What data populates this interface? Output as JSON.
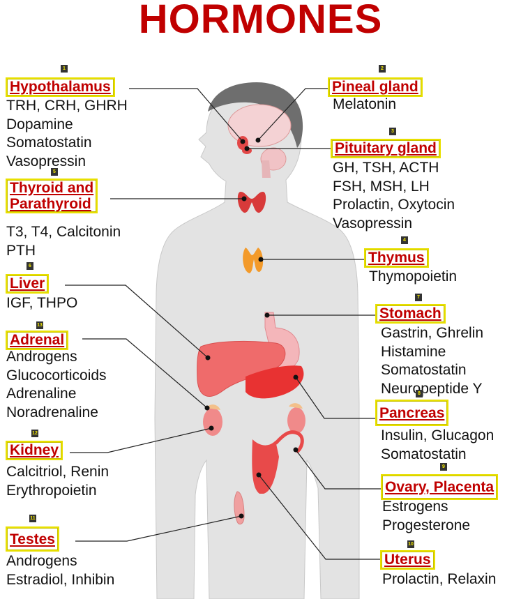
{
  "title": "HORMONES",
  "glands": [
    {
      "id": "hypothalamus",
      "num": "1",
      "name": "Hypothalamus",
      "hormones": [
        "TRH, CRH, GHRH",
        "Dopamine",
        "Somatostatin",
        "Vasopressin"
      ]
    },
    {
      "id": "pineal",
      "num": "2",
      "name": "Pineal gland",
      "hormones": [
        "Melatonin"
      ]
    },
    {
      "id": "pituitary",
      "num": "3",
      "name": "Pituitary gland",
      "hormones": [
        "GH, TSH, ACTH",
        "FSH, MSH, LH",
        "Prolactin, Oxytocin",
        "Vasopressin"
      ]
    },
    {
      "id": "thymus",
      "num": "4",
      "name": "Thymus",
      "hormones": [
        "Thymopoietin"
      ]
    },
    {
      "id": "thyroid",
      "num": "5",
      "name": "Thyroid and\nParathyroid",
      "hormones": [
        "T3, T4, Calcitonin",
        "PTH"
      ]
    },
    {
      "id": "liver",
      "num": "6",
      "name": "Liver",
      "hormones": [
        "IGF, THPO"
      ]
    },
    {
      "id": "stomach",
      "num": "7",
      "name": "Stomach",
      "hormones": [
        "Gastrin, Ghrelin",
        "Histamine",
        "Somatostatin",
        "Neuropeptide Y"
      ]
    },
    {
      "id": "pancreas",
      "num": "8",
      "name": "Pancreas",
      "hormones": [
        "Insulin, Glucagon",
        "Somatostatin"
      ]
    },
    {
      "id": "ovary",
      "num": "9",
      "name": "Ovary, Placenta",
      "hormones": [
        "Estrogens",
        "Progesterone"
      ]
    },
    {
      "id": "uterus",
      "num": "10",
      "name": "Uterus",
      "hormones": [
        "Prolactin, Relaxin"
      ]
    },
    {
      "id": "testes",
      "num": "11",
      "name": "Testes",
      "hormones": [
        "Androgens",
        "Estradiol, Inhibin"
      ]
    },
    {
      "id": "kidney",
      "num": "12",
      "name": "Kidney",
      "hormones": [
        "Calcitriol, Renin",
        "Erythropoietin"
      ]
    },
    {
      "id": "adrenal",
      "num": "13",
      "name": "Adrenal",
      "hormones": [
        "Androgens",
        "Glucocorticoids",
        "Adrenaline",
        "Noradrenaline"
      ]
    }
  ],
  "colors": {
    "title": "#c00000",
    "label_border": "#e8e000",
    "body": "#e3e3e3",
    "organ": "#ee4444",
    "hair": "#6e6e6e"
  }
}
